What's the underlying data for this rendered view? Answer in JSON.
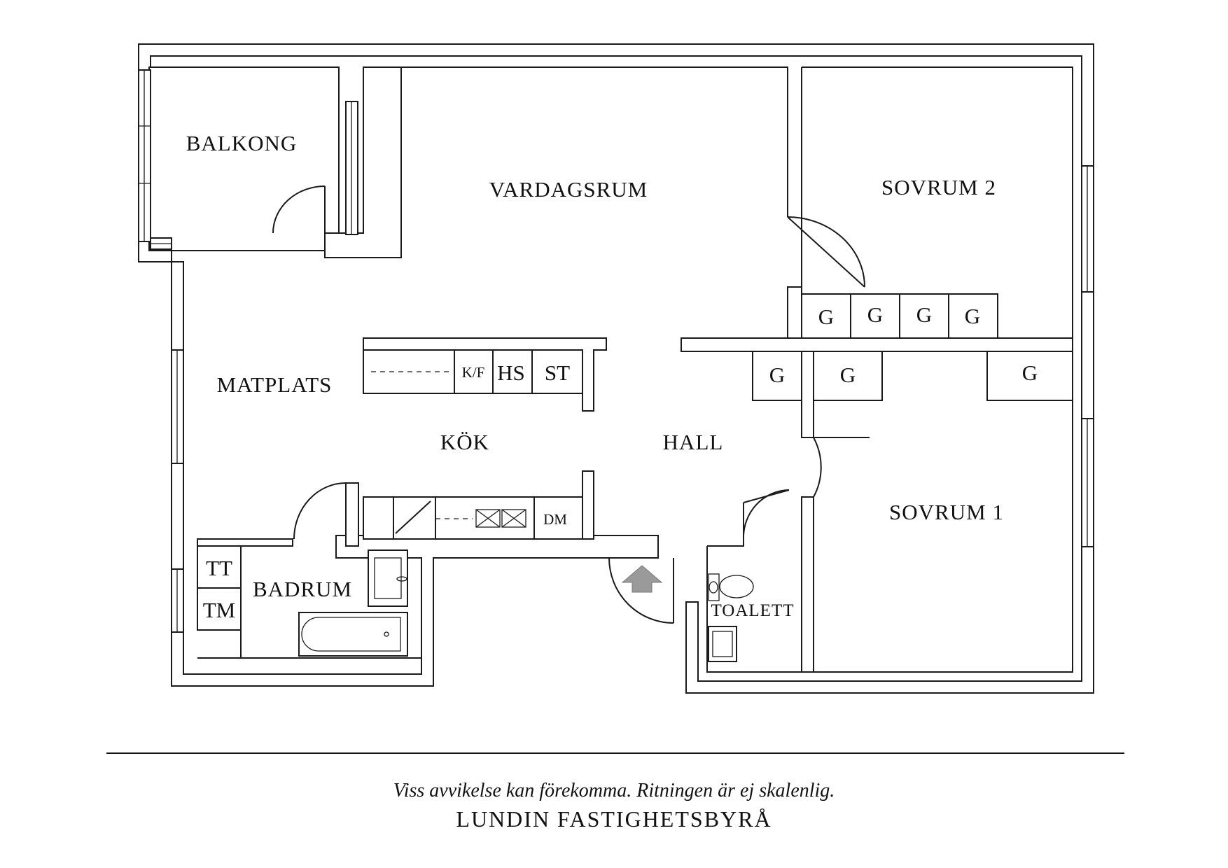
{
  "rooms": {
    "balkong": "BALKONG",
    "vardagsrum": "VARDAGSRUM",
    "sovrum2": "SOVRUM 2",
    "matplats": "MATPLATS",
    "kok": "KÖK",
    "hall": "HALL",
    "sovrum1": "SOVRUM 1",
    "badrum": "BADRUM",
    "toalett": "TOALETT"
  },
  "fixtures": {
    "kf": "K/F",
    "hs": "HS",
    "st": "ST",
    "dm": "DM",
    "tt": "TT",
    "tm": "TM",
    "closet": "G"
  },
  "footer": {
    "disclaimer": "Viss avvikelse kan förekomma. Ritningen är ej skalenlig.",
    "agency": "LUNDIN FASTIGHETSBYRÅ"
  }
}
